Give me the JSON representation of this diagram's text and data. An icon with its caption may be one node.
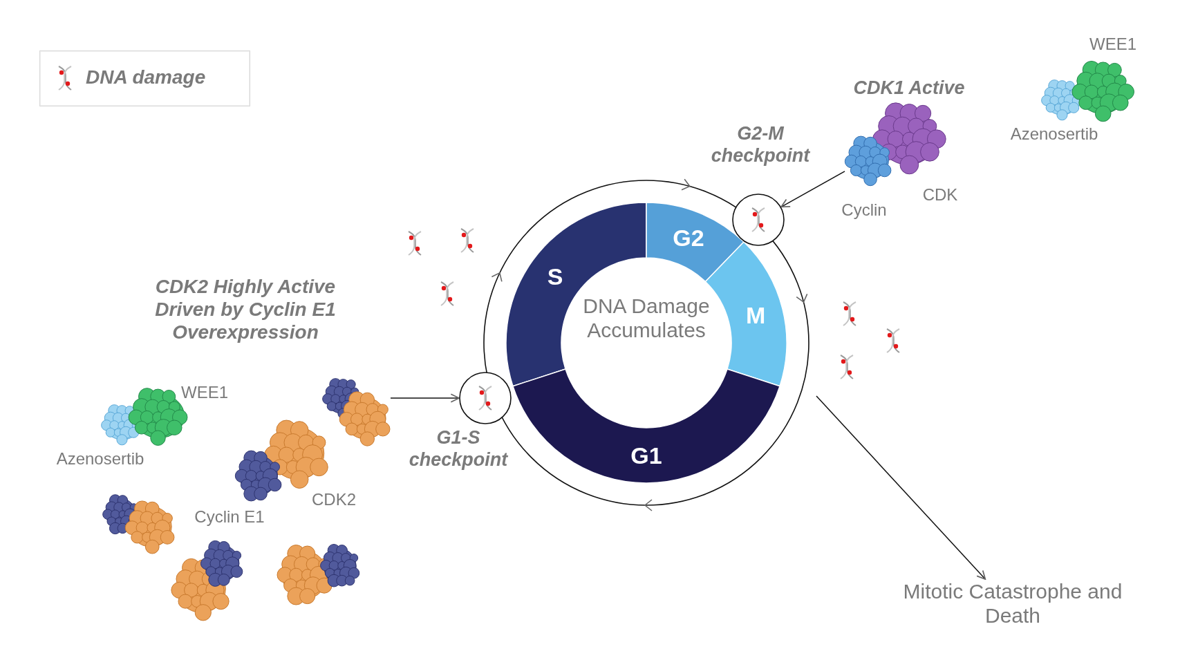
{
  "diagram": {
    "nodes": [
      {
        "text": [],
        "shape": "picture",
        "beside": [
          "CDK1 Active",
          "CDK",
          "Cyclin"
        ]
      },
      {
        "text": [],
        "shape": "circle",
        "beside": [
          "G2-M checkpoint"
        ]
      },
      {
        "text": [
          "S"
        ]
      },
      {
        "text": [
          "G2"
        ]
      },
      {
        "text": [
          "M"
        ]
      },
      {
        "text": [
          "G1"
        ]
      },
      {
        "text": [
          "CDK2 Highly Active Driven by Cyclin E1 Overexpression"
        ]
      },
      {
        "text": [],
        "shape": "circle",
        "beside": [
          "G1-S checkpoint"
        ]
      },
      {
        "text": [
          "Mitotic Catastrophe and Death"
        ]
      },
      {
        "text": [],
        "shape": "picture"
      }
    ],
    "edges": [
      {
        "from": 0,
        "to": 1,
        "arrow": "to"
      },
      {
        "from": 9,
        "to": 7,
        "arrow": "to"
      },
      {
        "from": null,
        "to": 8,
        "arrow": "to"
      }
    ],
    "labels": [
      "WEE1",
      "Azenosertib",
      "DNA Damage Accumulates",
      "WEE1",
      "Azenosertib",
      "CDK2",
      "Cyclin E1"
    ],
    "legend": [
      {
        "text": "DNA damage"
      }
    ]
  }
}
